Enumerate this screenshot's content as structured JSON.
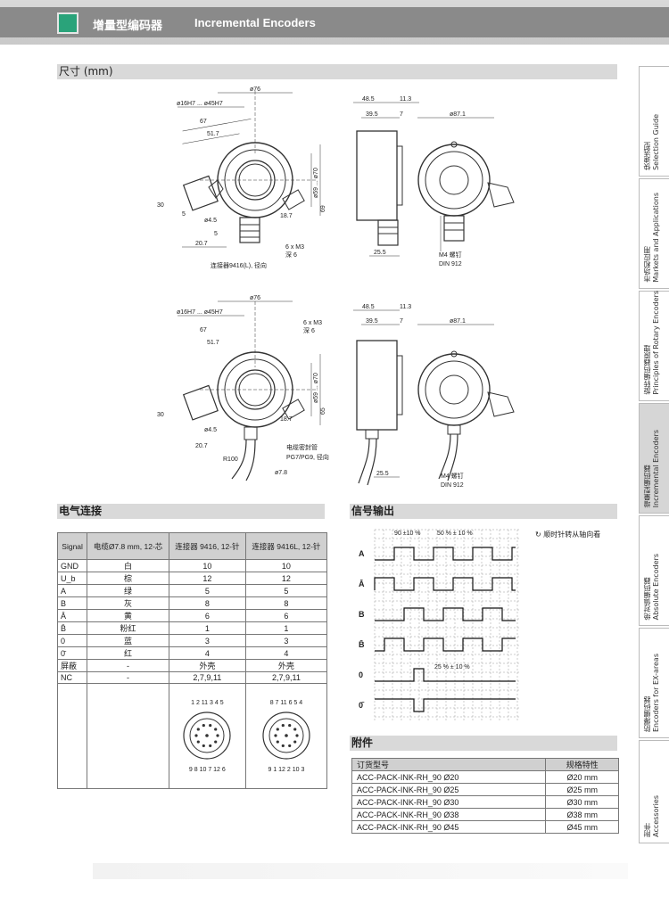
{
  "header": {
    "title_cn": "增量型编码器",
    "title_en": "Incremental Encoders"
  },
  "sections": {
    "dimensions": "尺寸 (mm)",
    "electrical": "电气连接",
    "signal": "信号输出",
    "accessories": "附件"
  },
  "drawing": {
    "top": {
      "bore": "ø16H7 ... ø45H7",
      "d76": "ø76",
      "d67": "67",
      "d51": "51.7",
      "d30": "30",
      "d5": "5",
      "d45": "ø4.5",
      "d5b": "5",
      "d207": "20.7",
      "d1787": "18.7",
      "d70": "ø59 ... ø70",
      "d69": "69",
      "m3": "6 x M3",
      "m3depth": "深 6",
      "connector_note": "连接器9416(L), 径向",
      "d485": "48.5",
      "d113": "11.3",
      "d395": "39.5",
      "d7": "7",
      "d255": "25.5",
      "d871": "ø87.1",
      "m4": "M4 螺钉",
      "din": "DIN 912"
    },
    "bottom": {
      "bore": "ø16H7 ... ø45H7",
      "d76": "ø76",
      "d67": "67",
      "d51": "51.7",
      "m3": "6 x M3",
      "m3depth": "深 6",
      "d30": "30",
      "d45": "ø4.5",
      "d207": "20.7",
      "d187": "18.7",
      "d65": "65",
      "d70": "ø59 ... ø70",
      "r100": "R100",
      "d78": "ø7.8",
      "gland_note": "电缆密封管",
      "gland_note2": "PG7/PG9, 径向",
      "d485": "48.5",
      "d113": "11.3",
      "d395": "39.5",
      "d7": "7",
      "d255": "25.5",
      "d871": "ø87.1",
      "m4": "M4 螺钉",
      "din": "DIN 912"
    }
  },
  "electrical": {
    "headers": [
      "Signal",
      "电缆Ø7.8 mm, 12-芯",
      "连接器 9416, 12-针",
      "连接器 9416L, 12-针"
    ],
    "rows": [
      [
        "GND",
        "白",
        "10",
        "10"
      ],
      [
        "U_b",
        "棕",
        "12",
        "12"
      ],
      [
        "A",
        "绿",
        "5",
        "5"
      ],
      [
        "B",
        "灰",
        "8",
        "8"
      ],
      [
        "Ā",
        "黄",
        "6",
        "6"
      ],
      [
        "B̄",
        "粉红",
        "1",
        "1"
      ],
      [
        "0",
        "蓝",
        "3",
        "3"
      ],
      [
        "0̄",
        "红",
        "4",
        "4"
      ],
      [
        "屏蔽",
        "-",
        "外壳",
        "外壳"
      ],
      [
        "NC",
        "-",
        "2,7,9,11",
        "2,7,9,11"
      ]
    ],
    "pins_9416": {
      "top": "1 2 11 3 4 5",
      "bottom": "9 8 10 7 12 6"
    },
    "pins_9416L": {
      "top": "8 7 11 6 5 4",
      "bottom": "9 1 12 2 10 3"
    }
  },
  "signal": {
    "note": "顺时针转从轴向看",
    "channels": [
      "A",
      "Ā",
      "B",
      "B̄",
      "0",
      "0̄"
    ],
    "ann1": "90 ±10 %",
    "ann2": "50 % ± 10 %",
    "ann3": "25 % ± 10 %"
  },
  "accessories": {
    "headers": [
      "订货型号",
      "规格特性"
    ],
    "rows": [
      [
        "ACC-PACK-INK-RH_90 Ø20",
        "Ø20 mm"
      ],
      [
        "ACC-PACK-INK-RH_90 Ø25",
        "Ø25 mm"
      ],
      [
        "ACC-PACK-INK-RH_90 Ø30",
        "Ø30 mm"
      ],
      [
        "ACC-PACK-INK-RH_90 Ø38",
        "Ø38 mm"
      ],
      [
        "ACC-PACK-INK-RH_90 Ø45",
        "Ø45 mm"
      ]
    ]
  },
  "sidebar": [
    {
      "cn": "快速选型",
      "en": "Selection Guide"
    },
    {
      "cn": "市场和应用",
      "en": "Markets and Applications"
    },
    {
      "cn": "旋转编码器原理",
      "en": "Principles of Rotary Encoders"
    },
    {
      "cn": "增量型编码器",
      "en": "Incremental Encoders"
    },
    {
      "cn": "绝对值编码器",
      "en": "Absolute Encoders"
    },
    {
      "cn": "防爆编码器",
      "en": "Encoders for EX-areas"
    },
    {
      "cn": "附件",
      "en": "Accessories"
    }
  ]
}
